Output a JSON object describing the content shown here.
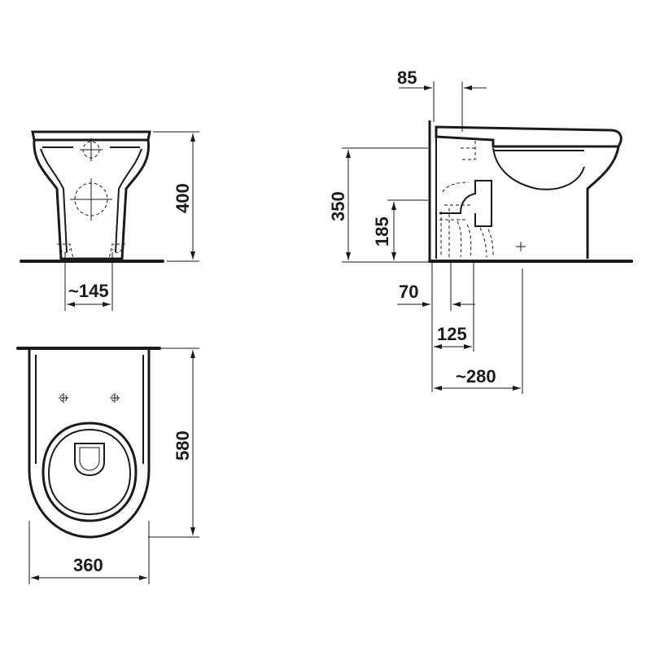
{
  "dimensions": {
    "front_height": "400",
    "front_outlet_spacing": "~145",
    "top_length": "580",
    "top_width": "360",
    "side_offset_top": "85",
    "side_total_height": "350",
    "side_outlet_height": "185",
    "side_offset_70": "70",
    "side_offset_125": "125",
    "side_offset_280": "~280"
  },
  "colors": {
    "line": "#1a1a1a",
    "background": "#ffffff"
  }
}
